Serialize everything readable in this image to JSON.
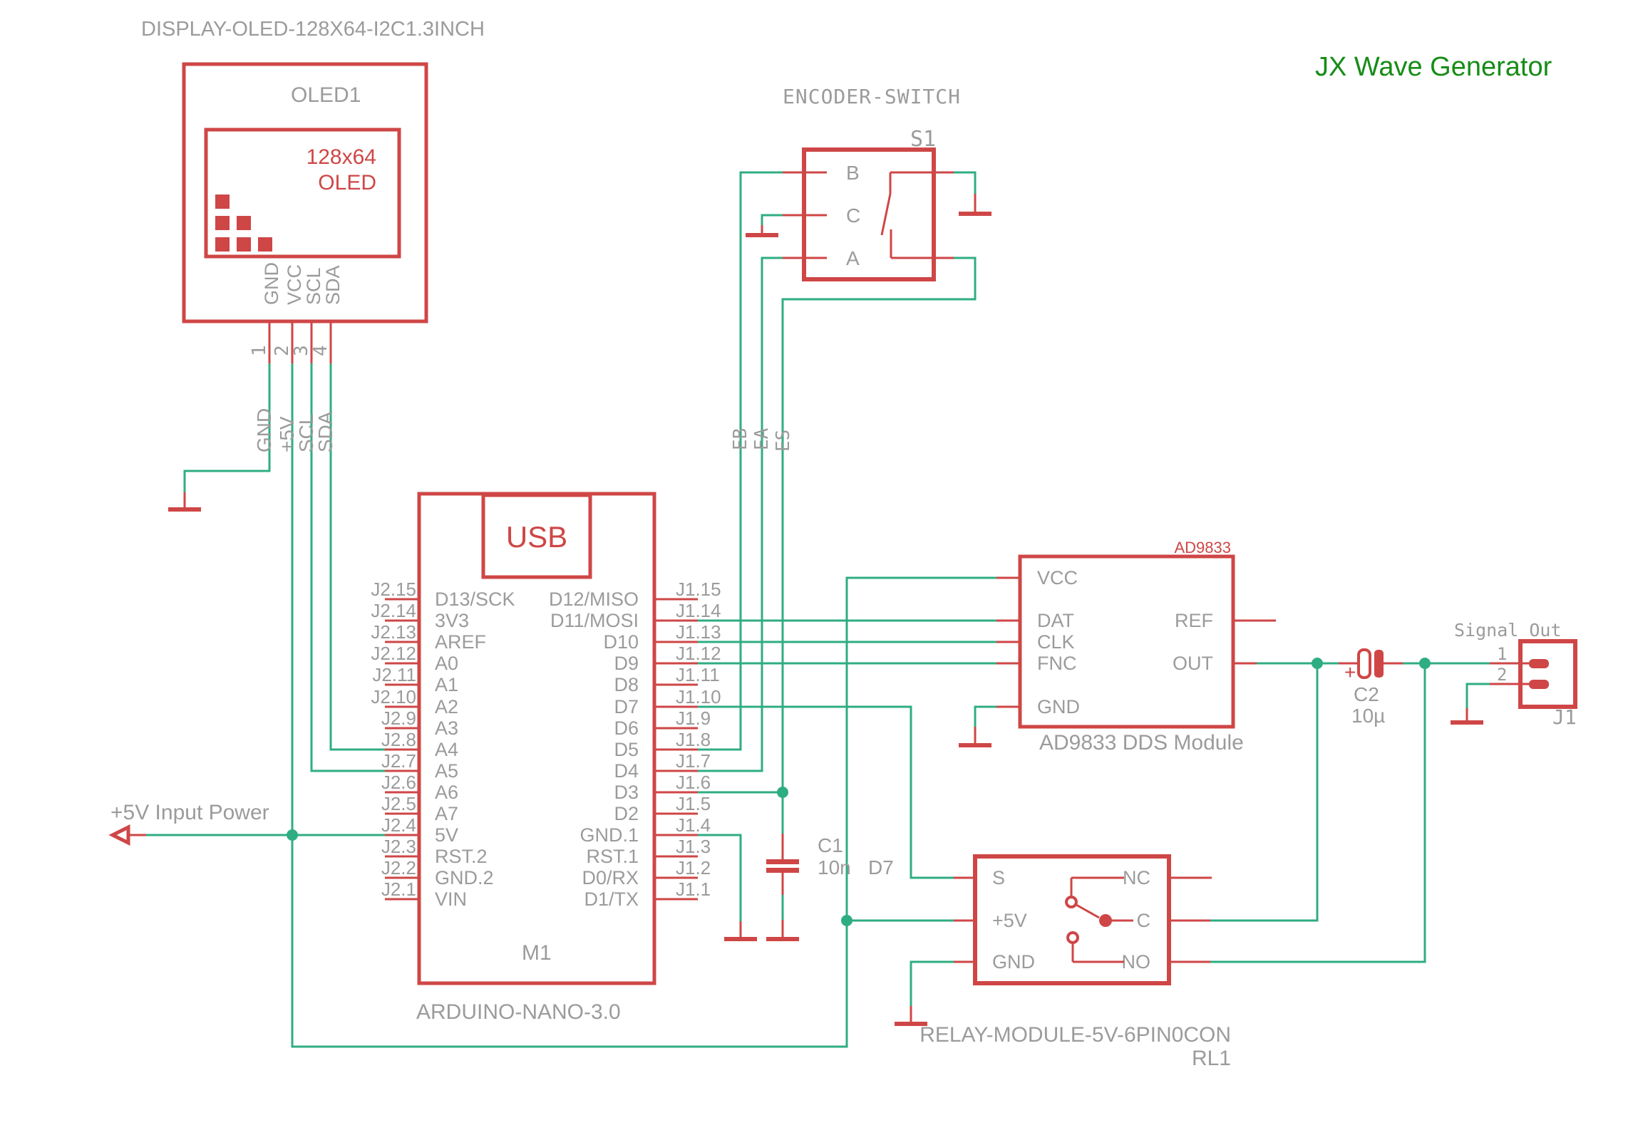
{
  "colors": {
    "red": "#cf4646",
    "wire_teal": "#2fad82",
    "label_gray": "#9b9b9b",
    "title_green": "#178c17"
  },
  "title": "JX Wave Generator",
  "oled": {
    "part_title": "DISPLAY-OLED-128X64-I2C1.3INCH",
    "ref": "OLED1",
    "screen_line1": "128x64",
    "screen_line2": "OLED",
    "pin_names": [
      "GND",
      "VCC",
      "SCL",
      "SDA"
    ],
    "pin_numbers": [
      "1",
      "2",
      "3",
      "4"
    ],
    "net_labels": [
      "GND",
      "+5V",
      "SCL",
      "SDA"
    ]
  },
  "encoder": {
    "part_title": "ENCODER-SWITCH",
    "ref": "S1",
    "pins": [
      "B",
      "C",
      "A"
    ],
    "net_labels": [
      "EB",
      "EA",
      "ES"
    ]
  },
  "arduino": {
    "part_title": "ARDUINO-NANO-3.0",
    "ref": "M1",
    "usb": "USB",
    "left_pins": [
      {
        "ext": "J2.15",
        "name": "D13/SCK"
      },
      {
        "ext": "J2.14",
        "name": "3V3"
      },
      {
        "ext": "J2.13",
        "name": "AREF"
      },
      {
        "ext": "J2.12",
        "name": "A0"
      },
      {
        "ext": "J2.11",
        "name": "A1"
      },
      {
        "ext": "J2.10",
        "name": "A2"
      },
      {
        "ext": "J2.9",
        "name": "A3"
      },
      {
        "ext": "J2.8",
        "name": "A4"
      },
      {
        "ext": "J2.7",
        "name": "A5"
      },
      {
        "ext": "J2.6",
        "name": "A6"
      },
      {
        "ext": "J2.5",
        "name": "A7"
      },
      {
        "ext": "J2.4",
        "name": "5V"
      },
      {
        "ext": "J2.3",
        "name": "RST.2"
      },
      {
        "ext": "J2.2",
        "name": "GND.2"
      },
      {
        "ext": "J2.1",
        "name": "VIN"
      }
    ],
    "right_pins": [
      {
        "ext": "J1.15",
        "name": "D12/MISO"
      },
      {
        "ext": "J1.14",
        "name": "D11/MOSI"
      },
      {
        "ext": "J1.13",
        "name": "D10"
      },
      {
        "ext": "J1.12",
        "name": "D9"
      },
      {
        "ext": "J1.11",
        "name": "D8"
      },
      {
        "ext": "J1.10",
        "name": "D7"
      },
      {
        "ext": "J1.9",
        "name": "D6"
      },
      {
        "ext": "J1.8",
        "name": "D5"
      },
      {
        "ext": "J1.7",
        "name": "D4"
      },
      {
        "ext": "J1.6",
        "name": "D3"
      },
      {
        "ext": "J1.5",
        "name": "D2"
      },
      {
        "ext": "J1.4",
        "name": "GND.1"
      },
      {
        "ext": "J1.3",
        "name": "RST.1"
      },
      {
        "ext": "J1.2",
        "name": "D0/RX"
      },
      {
        "ext": "J1.1",
        "name": "D1/TX"
      }
    ]
  },
  "ad9833": {
    "chip_label": "AD9833",
    "caption": "AD9833 DDS Module",
    "left_pins": [
      "VCC",
      "DAT",
      "CLK",
      "FNC",
      "GND"
    ],
    "right_pins": [
      "REF",
      "OUT"
    ]
  },
  "relay": {
    "caption": "RELAY-MODULE-5V-6PIN0CON",
    "ref": "RL1",
    "left_pins": [
      "S",
      "+5V",
      "GND"
    ],
    "right_pins": [
      "NC",
      "C",
      "NO"
    ]
  },
  "c1": {
    "ref": "C1",
    "value": "10n"
  },
  "c2": {
    "ref": "C2",
    "value": "10µ",
    "plus": "+"
  },
  "d7_net": "D7",
  "power_label": "+5V Input Power",
  "connector": {
    "title": "Signal Out",
    "ref": "J1",
    "pin1": "1",
    "pin2": "2"
  }
}
